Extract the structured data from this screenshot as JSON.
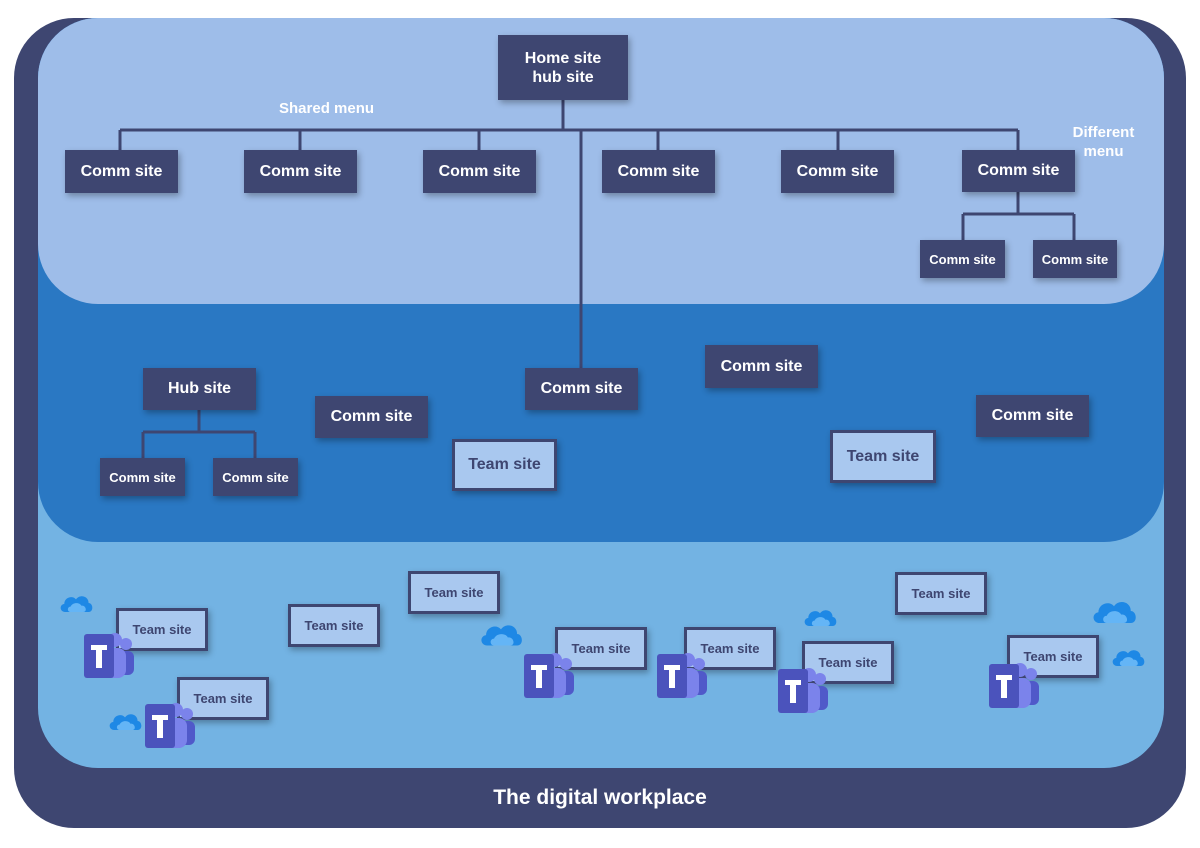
{
  "diagram": {
    "title": "The digital workplace",
    "home_site": "Home site hub site",
    "shared_menu": "Shared menu",
    "different_menu": "Different menu",
    "comm_site": "Comm site",
    "hub_site": "Hub site",
    "team_site": "Team site"
  },
  "colors": {
    "dark_navy": "#3e4671",
    "top_layer": "#9ebde9",
    "middle_layer": "#2a78c3",
    "bottom_layer": "#73b3e3",
    "team_box": "#a9c8ef",
    "teams_purple": "#5558af",
    "onedrive_blue": "#1e88e5"
  },
  "icons": {
    "teams": "teams-icon",
    "onedrive": "onedrive-cloud-icon"
  }
}
